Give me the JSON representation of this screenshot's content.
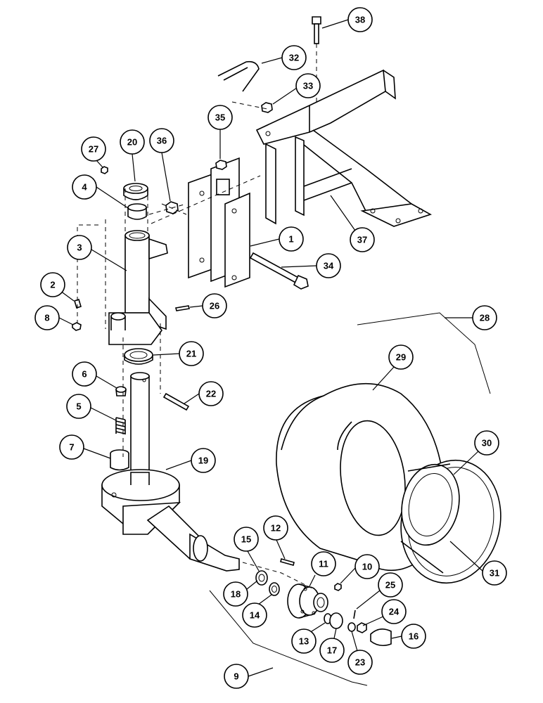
{
  "diagram": {
    "type": "exploded parts diagram",
    "callouts": [
      "1",
      "2",
      "3",
      "4",
      "5",
      "6",
      "7",
      "8",
      "9",
      "10",
      "11",
      "12",
      "13",
      "14",
      "15",
      "16",
      "17",
      "18",
      "19",
      "20",
      "21",
      "22",
      "23",
      "24",
      "25",
      "26",
      "27",
      "28",
      "29",
      "30",
      "31",
      "32",
      "33",
      "34",
      "35",
      "36",
      "37",
      "38"
    ]
  }
}
